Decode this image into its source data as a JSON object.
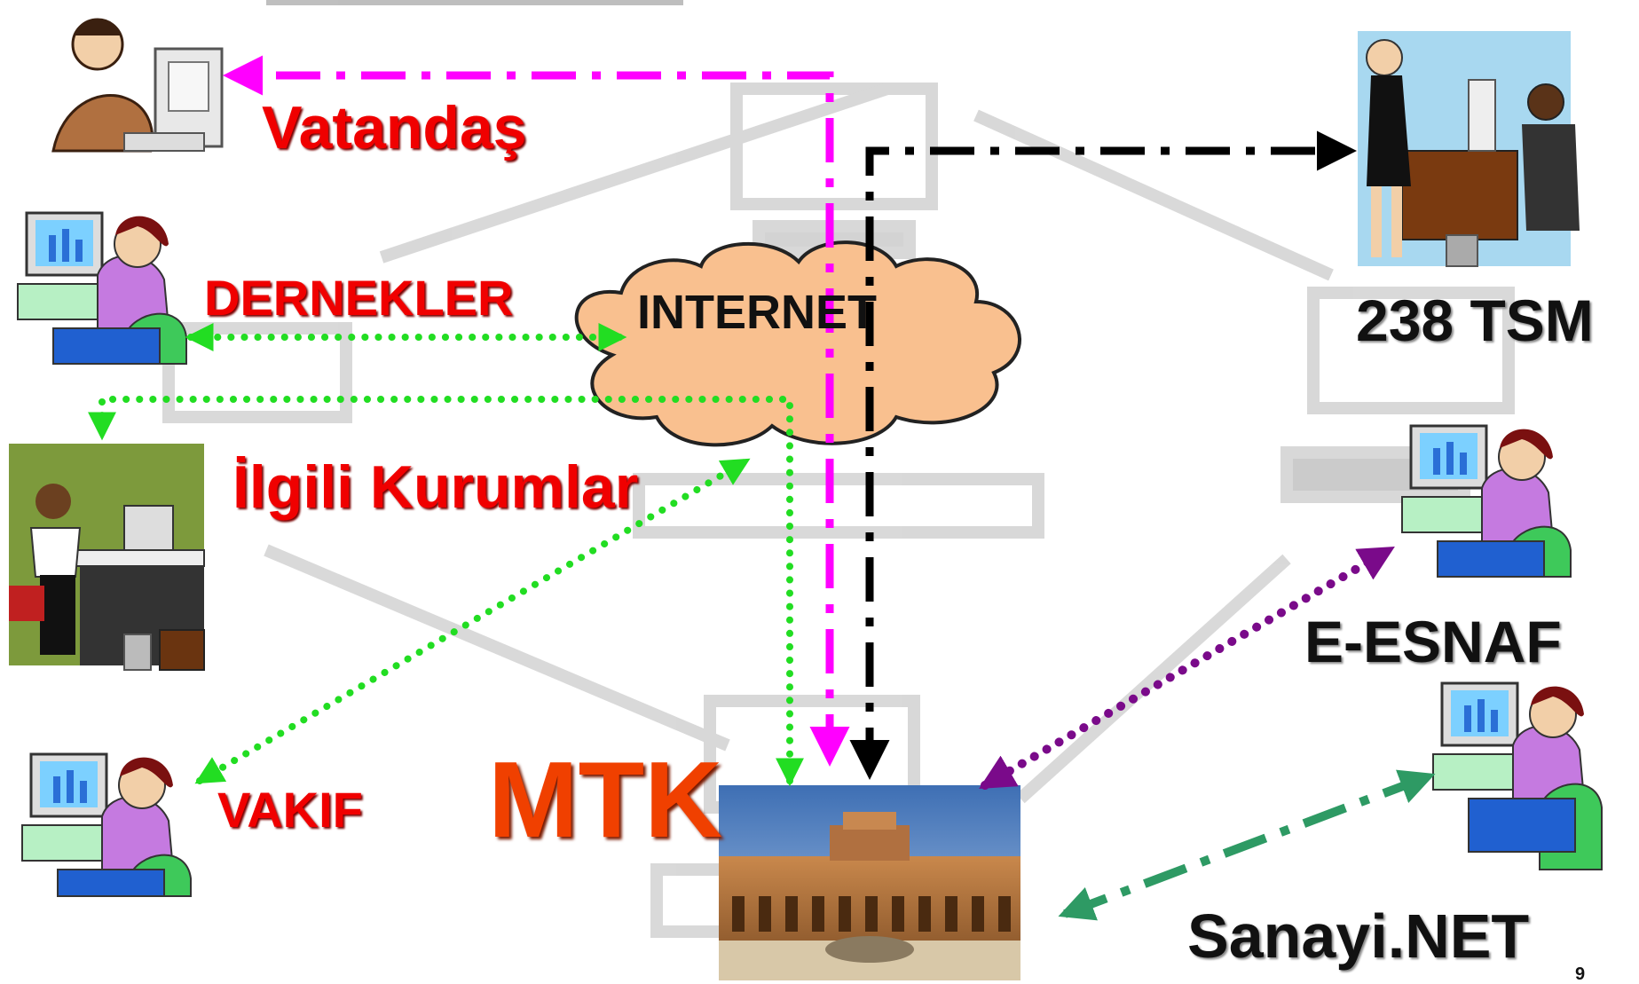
{
  "labels": {
    "vatandas": "Vatandaş",
    "dernekler": "DERNEKLER",
    "internet": "INTERNET",
    "ilgili_kurumlar": "İlgili Kurumlar",
    "vakif": "VAKIF",
    "mtk": "MTK",
    "tsm": "238 TSM",
    "e_esnaf": "E-ESNAF",
    "sanayi_net": "Sanayi.NET",
    "page_number": "9"
  },
  "colors": {
    "label_red": "#f00000",
    "label_black": "#111111",
    "cloud_fill": "#f9c08f",
    "magenta_line": "#ff00ff",
    "green_dotted": "#22dd22",
    "purple_dotted": "#7a0a8a",
    "teal_dashdot": "#2e9a64",
    "black_dashdot": "#000000"
  },
  "icons": {
    "citizen": "man-at-computer-icon",
    "worker": "woman-at-computer-icon",
    "office": "man-at-desk-icon",
    "meeting": "handshake-office-icon",
    "building": "palace-courtyard-icon",
    "background": "computer-network-icon"
  }
}
